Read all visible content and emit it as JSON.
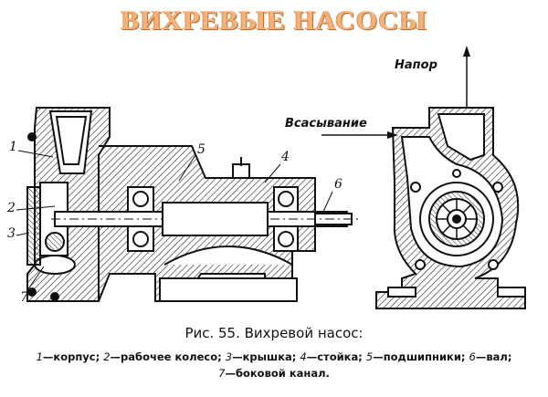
{
  "title": "ВИХРЕВЫЕ НАСОСЫ",
  "labels": {
    "l1": "1",
    "l2": "2",
    "l3": "3",
    "l4": "4",
    "l5": "5",
    "l6": "6",
    "l7": "7"
  },
  "flow": {
    "outlet": "Напор",
    "inlet": "Всасывание"
  },
  "caption": "Рис. 55. Вихревой насос:",
  "legend": {
    "line1": [
      {
        "num": "1",
        "text": "—корпус;"
      },
      {
        "num": "2",
        "text": "—рабочее колесо;"
      },
      {
        "num": "3",
        "text": "—крышка;"
      },
      {
        "num": "4",
        "text": "—стойка;"
      },
      {
        "num": "5",
        "text": "—подшипники;"
      },
      {
        "num": "6",
        "text": "—вал;"
      }
    ],
    "line2": [
      {
        "num": "7",
        "text": "—боковой канал."
      }
    ]
  }
}
